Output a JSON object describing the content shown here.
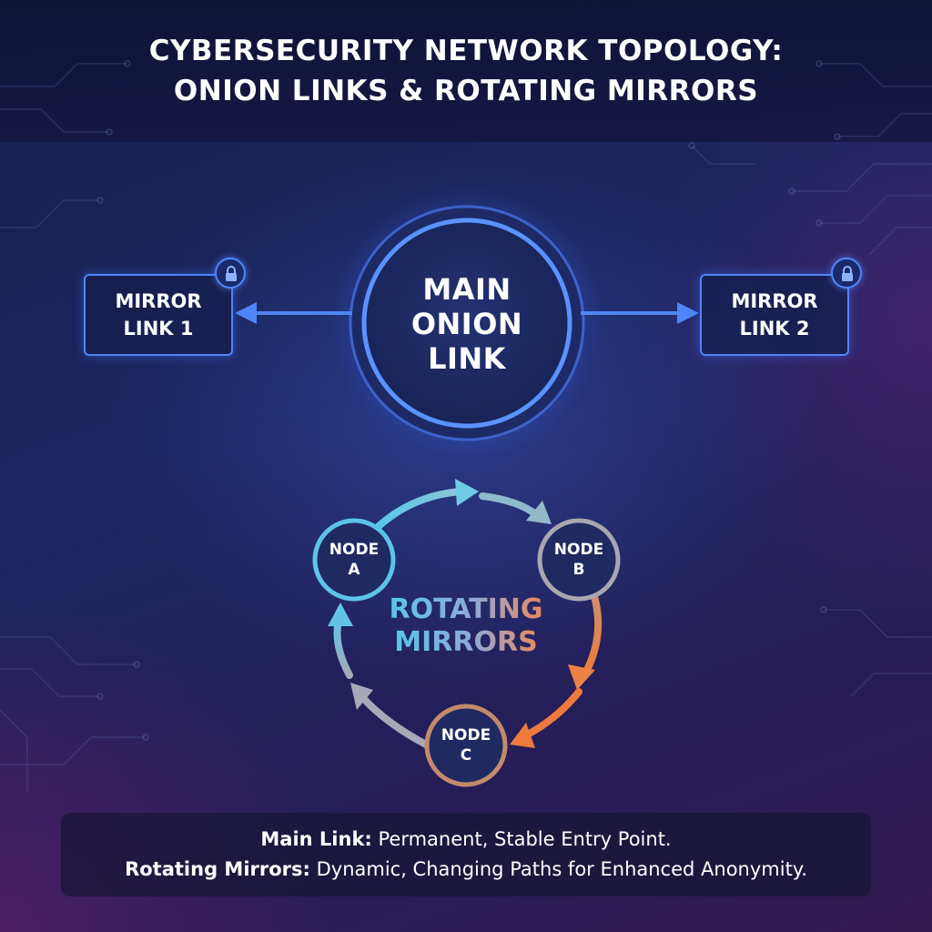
{
  "title": {
    "line1": "CYBERSECURITY NETWORK TOPOLOGY:",
    "line2": "ONION LINKS & ROTATING MIRRORS"
  },
  "main_node": {
    "lines": [
      "MAIN",
      "ONION",
      "LINK"
    ]
  },
  "mirrors": [
    {
      "lines": [
        "MIRROR",
        "LINK 1"
      ],
      "icon": "lock-icon"
    },
    {
      "lines": [
        "MIRROR",
        "LINK 2"
      ],
      "icon": "lock-icon"
    }
  ],
  "rotating": {
    "lines": [
      "ROTATING",
      "MIRRORS"
    ],
    "nodes": [
      {
        "lines": [
          "NODE",
          "A"
        ]
      },
      {
        "lines": [
          "NODE",
          "B"
        ]
      },
      {
        "lines": [
          "NODE",
          "C"
        ]
      }
    ]
  },
  "caption": {
    "line1_bold": "Main Link:",
    "line1_text": "Permanent, Stable Entry Point.",
    "line2_bold": "Rotating Mirrors:",
    "line2_text": "Dynamic, Changing Paths for Enhanced Anonymity."
  },
  "colors": {
    "accent_blue": "#4f86f5",
    "cyan": "#57c6ea",
    "orange": "#e8844f",
    "background": "#1b2661"
  }
}
